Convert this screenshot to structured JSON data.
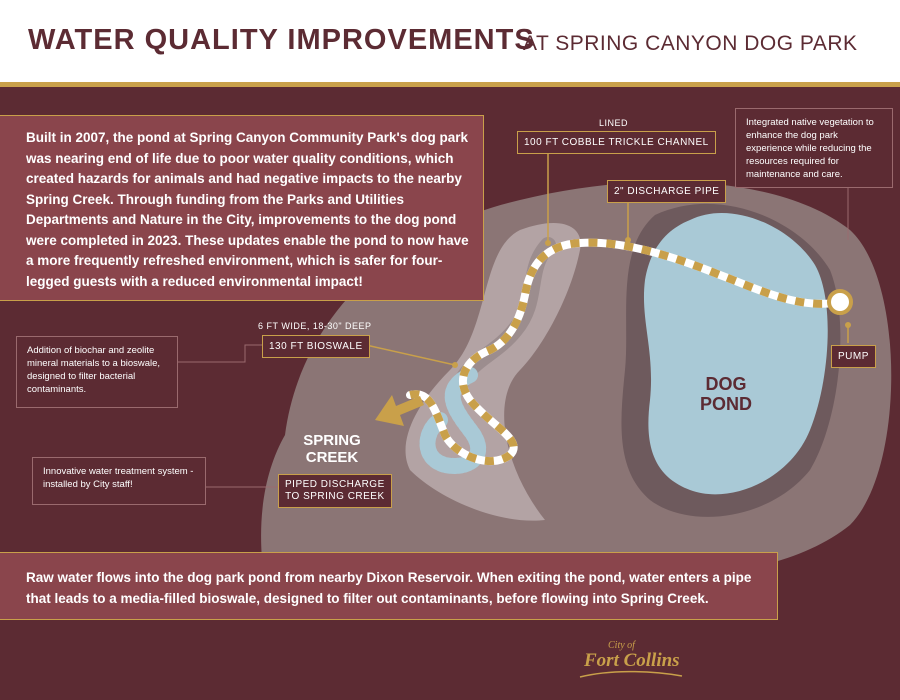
{
  "header": {
    "title_main": "WATER QUALITY IMPROVEMENTS",
    "title_sub": "AT SPRING CANYON DOG PARK"
  },
  "intro": {
    "text": "Built in 2007, the pond at Spring Canyon Community Park's dog park was nearing end of life due to poor water quality conditions, which created hazards for animals and had negative impacts to the nearby Spring Creek. Through funding from the Parks and Utilities Departments and Nature in the City, improvements to the dog pond were completed in 2023. These updates enable the pond to now have a more frequently refreshed environment, which is safer for four-legged guests with a reduced environmental impact!"
  },
  "notes": {
    "vegetation": "Integrated native vegetation to enhance the dog park experience while reducing the resources required for maintenance and care.",
    "biochar": "Addition of biochar and zeolite mineral materials to a bioswale, designed to filter bacterial contaminants.",
    "treatment": "Innovative water treatment system - installed by City staff!"
  },
  "labels": {
    "lined": "LINED",
    "cobble_channel": "100 FT COBBLE TRICKLE CHANNEL",
    "discharge_pipe": "2\" DISCHARGE PIPE",
    "bioswale_spec": "6 FT WIDE, 18-30\" DEEP",
    "bioswale": "130 FT BIOSWALE",
    "pump": "PUMP",
    "piped_discharge_1": "PIPED DISCHARGE",
    "piped_discharge_2": "TO SPRING CREEK",
    "dog": "DOG",
    "pond": "POND",
    "spring": "SPRING",
    "creek": "CREEK"
  },
  "footer": {
    "text": "Raw water flows into the dog park pond from nearby Dixon Reservoir. When exiting the pond, water enters a pipe that leads to a media-filled bioswale, designed to filter out contaminants, before flowing into Spring Creek."
  },
  "logo": {
    "city": "City of",
    "name": "Fort Collins"
  },
  "colors": {
    "background": "#5c2b33",
    "panel": "#8a454c",
    "gold": "#c9a04a",
    "pond": "#a9c9d6",
    "land": "#8b7575",
    "land_dark": "#6e5a5d"
  }
}
